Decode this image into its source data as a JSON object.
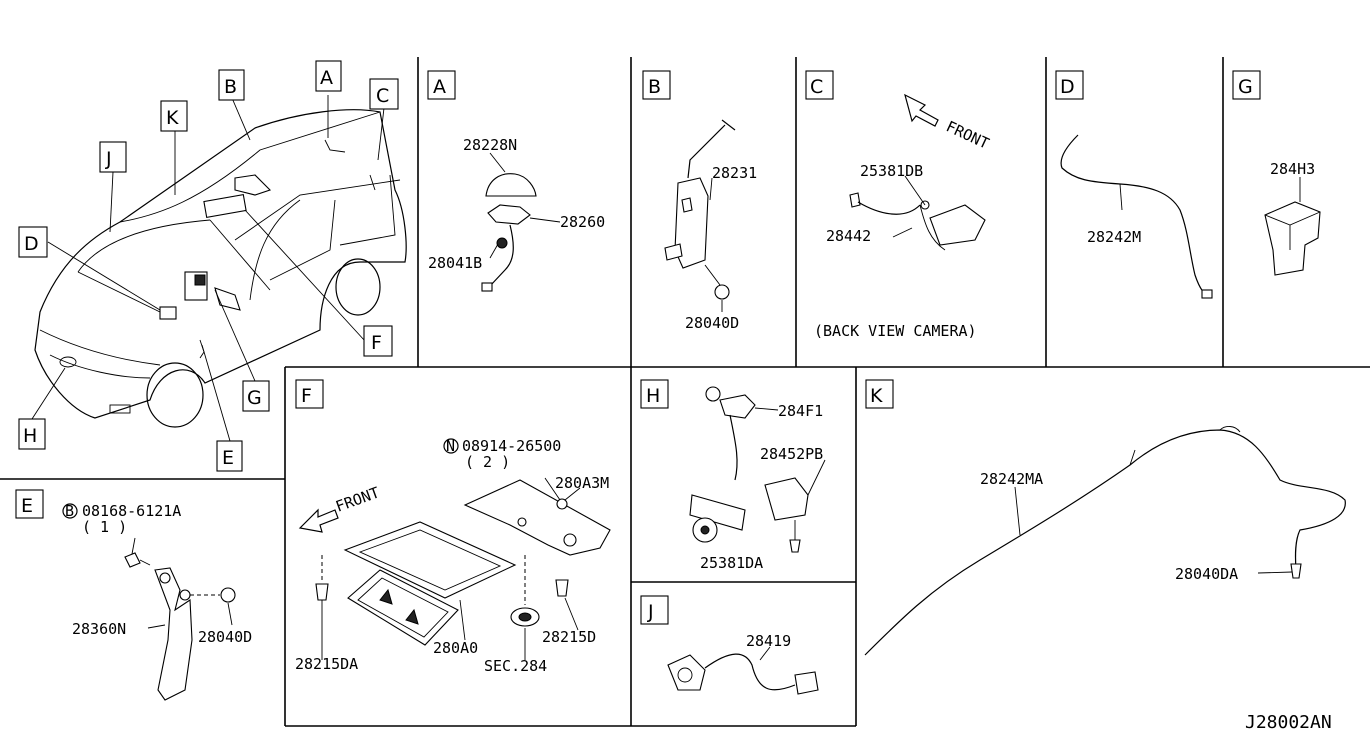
{
  "drawing_id": "J28002AN",
  "vehicle_callouts": [
    "A",
    "B",
    "C",
    "D",
    "E",
    "F",
    "G",
    "H",
    "J",
    "K"
  ],
  "panels": {
    "A": {
      "letter": "A",
      "parts": [
        "28228N",
        "28260",
        "28041B"
      ]
    },
    "B": {
      "letter": "B",
      "parts": [
        "28231",
        "28040D"
      ]
    },
    "C": {
      "letter": "C",
      "parts": [
        "25381DB",
        "28442"
      ],
      "front": "FRONT",
      "caption": "(BACK VIEW CAMERA)"
    },
    "D": {
      "letter": "D",
      "parts": [
        "28242M"
      ]
    },
    "G": {
      "letter": "G",
      "parts": [
        "284H3"
      ]
    },
    "E": {
      "letter": "E",
      "bolt": "08168-6121A",
      "bolt_qty": "( 1 )",
      "bolt_prefix": "B",
      "parts": [
        "28360N",
        "28040D"
      ]
    },
    "F": {
      "letter": "F",
      "nut": "08914-26500",
      "nut_qty": "( 2 )",
      "nut_prefix": "N",
      "front": "FRONT",
      "parts": [
        "280A3M",
        "28215D",
        "28215DA",
        "280A0",
        "SEC.284"
      ]
    },
    "H": {
      "letter": "H",
      "parts": [
        "284F1",
        "28452PB",
        "25381DA"
      ]
    },
    "J": {
      "letter": "J",
      "parts": [
        "28419"
      ]
    },
    "K": {
      "letter": "K",
      "parts": [
        "28242MA",
        "28040DA"
      ]
    }
  }
}
